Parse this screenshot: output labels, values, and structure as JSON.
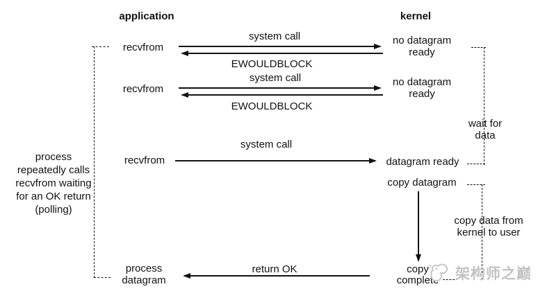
{
  "headers": {
    "application": "application",
    "kernel": "kernel"
  },
  "polling_note": "process\nrepeatedly calls\nrecvfrom waiting\nfor an OK return\n(polling)",
  "calls": [
    {
      "app_label": "recvfrom",
      "arrow_label": "system call",
      "return_label": "EWOULDBLOCK",
      "kernel_label": "no datagram\nready"
    },
    {
      "app_label": "recvfrom",
      "arrow_label": "system call",
      "return_label": "EWOULDBLOCK",
      "kernel_label": "no datagram\nready"
    },
    {
      "app_label": "recvfrom",
      "arrow_label": "system call",
      "kernel_label": "datagram ready"
    }
  ],
  "wait_note": "wait for\ndata",
  "copy": {
    "start_label": "copy datagram",
    "end_label": "copy\ncomplete",
    "side_note": "copy data from\nkernel to user"
  },
  "finish": {
    "arrow_label": "return OK",
    "app_label": "process\ndatagram"
  },
  "watermark": {
    "text": "架构师之巅"
  }
}
